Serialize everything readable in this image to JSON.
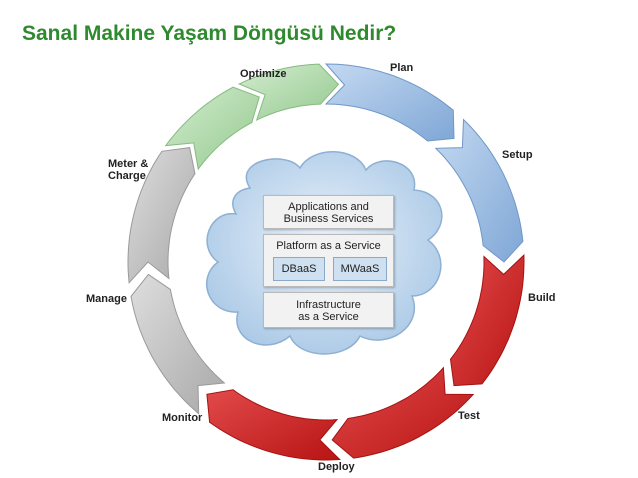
{
  "title": "Sanal Makine Yaşam Döngüsü Nedir?",
  "stages": {
    "plan": "Plan",
    "setup": "Setup",
    "build": "Build",
    "test": "Test",
    "deploy": "Deploy",
    "monitor": "Monitor",
    "manage": "Manage",
    "meter_line1": "Meter &",
    "meter_line2": "Charge",
    "optimize": "Optimize"
  },
  "cloud": {
    "apps_line1": "Applications and",
    "apps_line2": "Business Services",
    "paas_label": "Platform as a Service",
    "dbaas": "DBaaS",
    "mwaas": "MWaaS",
    "iaas_line1": "Infrastructure",
    "iaas_line2": "as a Service"
  },
  "colors": {
    "title": "#2f8a2f",
    "blue_stage": "#a9c6e8",
    "red_stage": "#d42a2a",
    "gray_stage": "#c9c9c9",
    "green_stage": "#b7ddb3",
    "cloud": "#b8d3ec"
  }
}
